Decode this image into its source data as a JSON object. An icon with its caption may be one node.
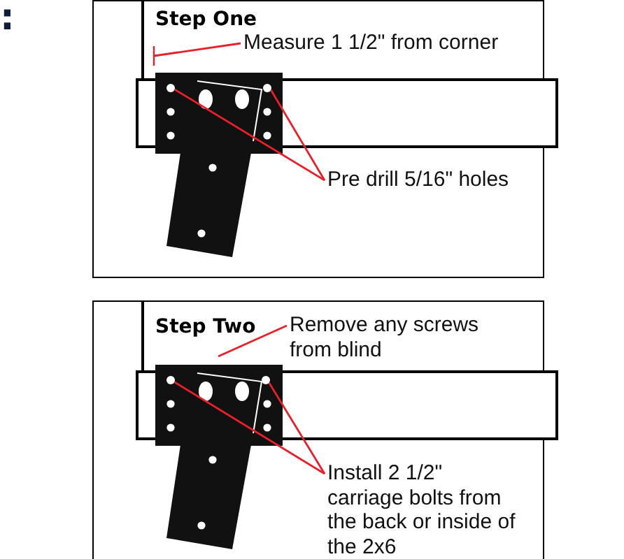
{
  "diagram": {
    "nodes": [
      {
        "text": [
          "Step One"
        ]
      },
      {
        "text": [
          "Measure 1 1/2\" from corner"
        ],
        "in": 0
      },
      {
        "text": [
          "Pre drill 5/16\" holes"
        ],
        "in": 0
      },
      {
        "text": [],
        "shape": "circle",
        "in": 0
      },
      {
        "text": [],
        "shape": "circle",
        "in": 0
      },
      {
        "text": [
          "Step Two"
        ]
      },
      {
        "text": [
          "Remove any screws from blind"
        ],
        "in": 5
      },
      {
        "text": [
          "Install 2 1/2\" carriage bolts from the back or inside of the 2x6"
        ],
        "in": 5
      },
      {
        "text": [],
        "shape": "circle",
        "in": 5
      },
      {
        "text": [],
        "shape": "circle",
        "in": 5
      }
    ],
    "edges": [
      {
        "from": 1,
        "to": null,
        "arrow": "none",
        "color": "#e8202a"
      },
      {
        "from": 2,
        "to": 3,
        "arrow": "none",
        "color": "#e8202a"
      },
      {
        "from": 2,
        "to": 4,
        "arrow": "none",
        "color": "#e8202a"
      },
      {
        "from": 6,
        "to": null,
        "arrow": "none",
        "color": "#e8202a"
      },
      {
        "from": 7,
        "to": 8,
        "arrow": "none",
        "color": "#e8202a"
      },
      {
        "from": 7,
        "to": 9,
        "arrow": "none",
        "color": "#e8202a"
      }
    ],
    "labels": [
      ":"
    ]
  }
}
